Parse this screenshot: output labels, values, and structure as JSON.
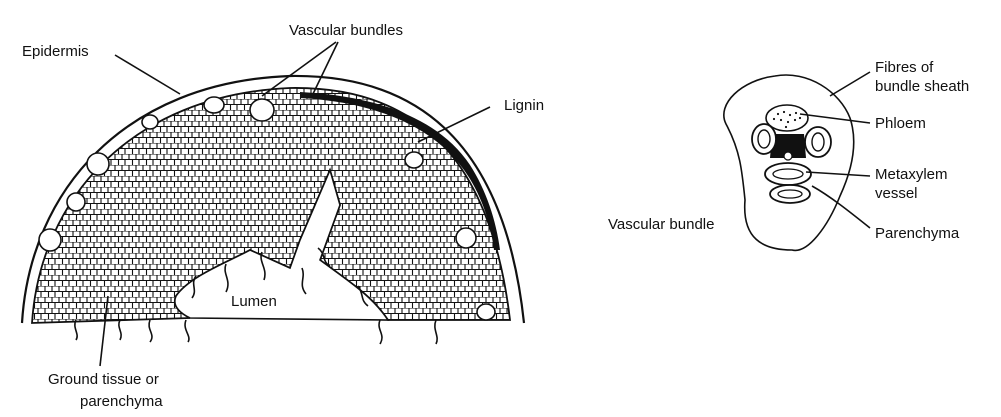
{
  "stem_section": {
    "labels": {
      "epidermis": "Epidermis",
      "vascular_bundles": "Vascular bundles",
      "lignin": "Lignin",
      "lumen": "Lumen",
      "ground_tissue_line1": "Ground tissue or",
      "ground_tissue_line2": "parenchyma"
    }
  },
  "bundle_detail": {
    "labels": {
      "fibres_line1": "Fibres of",
      "fibres_line2": "bundle sheath",
      "phloem": "Phloem",
      "metaxylem_line1": "Metaxylem",
      "metaxylem_line2": "vessel",
      "parenchyma": "Parenchyma",
      "vascular_bundle": "Vascular bundle"
    }
  }
}
